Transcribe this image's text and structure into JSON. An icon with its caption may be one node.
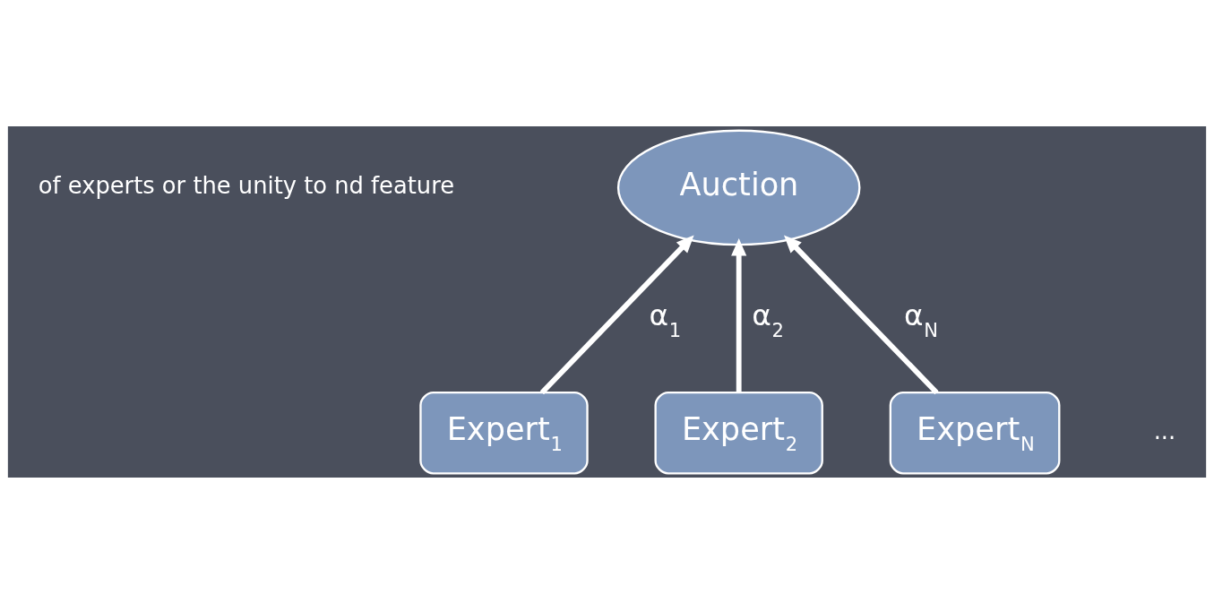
{
  "diagram": {
    "nodes": [
      {
        "text": [
          "Auction"
        ]
      },
      {
        "text": [
          "Expert$_{1}$"
        ]
      },
      {
        "text": [
          "Expert$_{2}$"
        ]
      },
      {
        "text": [
          "Expert$_{N}$"
        ]
      }
    ],
    "edges": [
      {
        "from": 1,
        "to": 0,
        "arrow": "to",
        "label": "α$_{1}$"
      },
      {
        "from": 2,
        "to": 0,
        "arrow": "to",
        "label": "α$_{2}$"
      },
      {
        "from": 3,
        "to": 0,
        "arrow": "to",
        "label": "α$_{N}$"
      }
    ],
    "labels": [
      "of experts or the unity to nd feature",
      "..."
    ]
  }
}
